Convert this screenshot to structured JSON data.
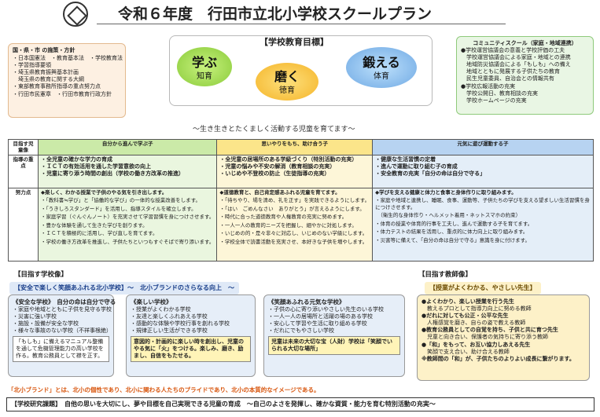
{
  "title": "令和６年度　行田市立北小学校スクールプラン",
  "left_box": {
    "heading": "国・県・市 の施策・方針",
    "items": [
      "・日本国憲法　・教育基本法　・学校教育法",
      "・学習指導要領",
      "・埼玉県教育振興基本計画",
      "　埼玉県の教育に関する大綱",
      "・東部教育事務所指導の重点努力点",
      "・行田市民憲章　・行田市教育行政方針"
    ]
  },
  "goal": {
    "title": "【学校教育目標】",
    "circles": [
      {
        "main": "学ぶ",
        "sub": "知育"
      },
      {
        "main": "磨く",
        "sub": "徳育"
      },
      {
        "main": "鍛える",
        "sub": "体育"
      }
    ]
  },
  "right_box": {
    "heading": "コミュニティスクール（家庭・地域連携）",
    "items": [
      "●学校運営協議会の意義と学校評価の工夫",
      "　学校運営協議会による家庭・地域との連携",
      "　地域防災協議会による「もしも」への備え",
      "　地域とともに発展する子供たちの教育",
      "　民生児童委員、自治会との情報共有",
      "●学校広報活動の充実",
      "　学校公開日、教育相談の充実",
      "　学校ホームページの充実"
    ]
  },
  "slogan": "～生き生きとたくましく活動する児童を育てます～",
  "table": {
    "row_labels": [
      "目指す児童像",
      "指導の重点",
      "努力点"
    ],
    "columns": [
      {
        "header": "自分から進んで学ぶ子",
        "focus": [
          "・全児童の確かな学力の育成",
          "・ＩＣＴの有効活用を通した学習意欲の向上",
          "・児童に寄り添う時間の創出（学校の働き方改革の推進）"
        ],
        "efforts": [
          "◆楽しく、わかる授業で子供のやる気を引き出します。",
          "・「教科書≒学び」と「協働的な学び」の一体的な授業改善をします。",
          "・「うきしろスタンダード」を活用し、指導スタイルを確立します。",
          "・家庭学習（ぐんぐんノート）を充実させて学習習慣を身につけさせます。",
          "・豊かな体験を通して生きた学びを創ります。",
          "・ＩＣＴを積極的に活用し、学び直しを育てます。",
          "・学校の働き方改革を推進し、子供たちといつもすぐそばで寄り添います。"
        ]
      },
      {
        "header": "思いやりをもち、助け合う子",
        "focus": [
          "・全児童の居場所のある学級づくり（特別活動の充実）",
          "・児童の悩みや不安の解消（教育相談の充実）",
          "・いじめや不登校の防止（生徒指導の充実）"
        ],
        "efforts": [
          "◆道徳教育と、自己肯定感あふれる児童を育てます。",
          "・「待ちやり、場を清め、礼を正す」を実践できるようにします。",
          "・「はい　ごめんなさい　ありがとう」が言えるようにします。",
          "・時代に合った道徳教育や人権教育の充実に努めます。",
          "・一人一人の教育的ニーズを把握し、細やかに対処します。",
          "・いじめの的・是々非々に対応し、いじめのない学級にします。",
          "・学校全体で読書活動を充実させ、本好きな子供を増やします。"
        ]
      },
      {
        "header": "元気に遊び運動する子",
        "focus": [
          "・健康な生活習慣の定着",
          "・進んで運動に取り組む子の育成",
          "・安全教育の充実「自分の命は自分で守る」"
        ],
        "efforts": [
          "◆学びを支える健康と体力と食事と身体作りに取り組みます。",
          "・家庭や地域と連携し、睡眠、食事、運動等、子供たちの学びを支える望ましい生活習慣を身につけさせます。",
          "　（衛生的な身体作り・ヘルメット着用・ネットスマホの約束）",
          "・体育の授業や体育的行事を工夫し、進んで運動する子を育てます。",
          "・体力テストの結果を活用し、重点的に体力向上に取り組みます。",
          "・災害等に備えて、「自分の命は自分で守る」意識を身に付けます。"
        ]
      }
    ]
  },
  "school_section": {
    "heading": "【目指す学校像】",
    "bar": "【安全で楽しく笑顔あふれる北小学校】～　北小ブランドのさらなる向上　～",
    "cards": [
      {
        "heading": "《安全な学校》　自分の命は自分で守る",
        "items": [
          "・家庭や地域とともに子供を見守る学校",
          "・災害に強い学校",
          "・施設・設備が安全な学校",
          "・様々な事故のない学校（不祥事根絶）"
        ],
        "note": "「もしも」に備えるマニュアル整備を通して危機管理能力の高い学校を作る。教育公務員として襟を正す。"
      },
      {
        "heading": "《楽しい学校》",
        "items": [
          "・授業がよくわかる学校",
          "・友達と楽しくふれあえる学校",
          "・感動的な体験や学校行事を創れる学校",
          "・規律正しい生活ができる学校"
        ],
        "note": "意図的・計画的に楽しい時を創出し、児童のやる気に「火」をつける。楽しみ、磨き、励まし、自信をもたせる。"
      },
      {
        "heading": "《笑顔あふれる元気な学校》",
        "items": [
          "・子供の心に寄り添いやさしい先生のいる学校",
          "・一人一人の居場所と活躍の場のある学校",
          "・安心して学習や生活に取り組める学校",
          "・だれにでもやさしい学校"
        ],
        "note": "児童は未来の大切な宝（人財）学校は「笑顔でいられる大切な場所」"
      }
    ]
  },
  "teacher_section": {
    "heading": "【目指す教師像】",
    "bar": "【授業がよくわかる、やさしい先生】",
    "items": [
      "●よくわかり、楽しい授業を行う先生",
      "　教えるプロとして指導力向上に努める教師",
      "●だれに対しても公正・公平な先生",
      "　人権感覚を磨き、自らの姿で教える教師",
      "●教育公務員としての自覚を持ち、子供と共に育つ先生",
      "　児童と向き合い、保護者の気持ちに寄り添う教師",
      "●「和」をもって、お互い協力しあえる先生",
      "　笑顔で支え合い、助け合える教師",
      "※教師間の「和」が、子供たちのよりよい成長に繋がります。"
    ]
  },
  "footer": {
    "brand": "「北小ブランド」とは、北小の個性であり、北小に関わる人たちのプライドであり、北小の本質的なイメージである。",
    "research": "【学校研究課題】　自他の思いを大切にし、夢や目標を自己実現できる児童の育成　～自己のよさを発揮し、確かな資質・能力を育む特別活動の充実～"
  }
}
